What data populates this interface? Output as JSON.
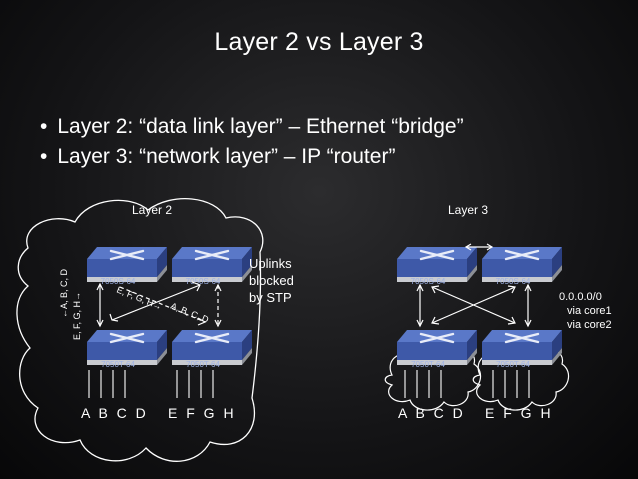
{
  "slide": {
    "title": "Layer 2 vs Layer 3",
    "bullets": [
      "Layer 2: “data link layer” – Ethernet “bridge”",
      "Layer 3: “network layer” – IP “router”"
    ]
  },
  "layer2": {
    "heading": "Layer 2",
    "switch_top_left": "7050S-64",
    "switch_top_right": "7050S-64",
    "switch_bottom_left": "7050T-64",
    "switch_bottom_right": "7050T-64",
    "vertical_label_1": "←A, B, C, D",
    "vertical_label_2": "E, F, G, H→",
    "diag_label_1": "E, F, G, H→",
    "diag_label_2": "A, B, C, D",
    "uplinks_note": [
      "Uplinks",
      "blocked",
      "by STP"
    ],
    "hosts_left": "A B C D",
    "hosts_right": "E F G H"
  },
  "layer3": {
    "heading": "Layer 3",
    "switch_top_left": "7050S-64",
    "switch_top_right": "7050S-64",
    "switch_bottom_left": "7050T-64",
    "switch_bottom_right": "7050T-64",
    "route_note": [
      "0.0.0.0/0",
      "via core1",
      "via core2"
    ],
    "hosts_left": "A B C D",
    "hosts_right": "E F G H"
  },
  "colors": {
    "background": "#141416",
    "text": "#ffffff",
    "switch_face": "#3e59a8",
    "switch_label": "#9fb3e6",
    "switch_body": "#c9cbd0"
  }
}
